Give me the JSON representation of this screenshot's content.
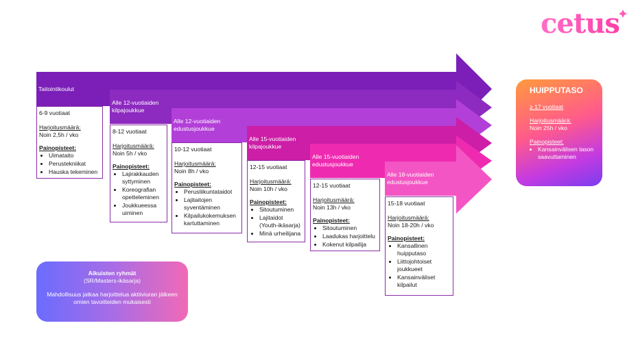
{
  "logo": {
    "text": "cetus"
  },
  "bands": [
    {
      "label": "Taitointikoulut",
      "color": "#7b1fb8"
    },
    {
      "label": "Alle 12-vuotiaiden kilpajoukkue",
      "color": "#8d2ac0"
    },
    {
      "label": "Alle 12-vuotiaiden edustusjoukkue",
      "color": "#b23fd8"
    },
    {
      "label": "Alle 15-vuotiaiden kilpajoukkue",
      "color": "#cc1ea6"
    },
    {
      "label": "Alle 15-vuotiaiden edustusjoukkue",
      "color": "#ee2bb0"
    },
    {
      "label": "Alle 18-vuotiaiden edustusjoukkue",
      "color": "#f455c4"
    }
  ],
  "cards": [
    {
      "age": "6-9 vuotiaat",
      "training_label": "Harjoitusmäärä:",
      "training": "Noin 2,5h / vko",
      "focus_label": "Painopisteet:",
      "focus": [
        "Uimataito",
        "Perustekniikat",
        "Hauska tekeminen"
      ]
    },
    {
      "age": "8-12 vuotiaat",
      "training_label": "Harjoitusmäärä:",
      "training": "Noin 5h / vko",
      "focus_label": "Painopisteet:",
      "focus": [
        "Lajirakkauden syttyminen",
        "Koreografian opetteleminen",
        "Joukkueessa uiminen"
      ]
    },
    {
      "age": "10-12 vuotiaat",
      "training_label": "Harjoitusmäärä:",
      "training": "Noin 8h / vko",
      "focus_label": "Painopisteet:",
      "focus": [
        "Perusliikuntataidot",
        "Lajitaitojen syventäminen",
        "Kilpailukokemuksen kartuttaminen"
      ]
    },
    {
      "age": "12-15 vuotiaat",
      "training_label": "Harjoitusmäärä:",
      "training": "Noin 10h / vko",
      "focus_label": "Painopisteet:",
      "focus": [
        "Sitoutuminen",
        "Lajitaidot (Youth-ikäsarja)",
        "Minä urheilijana"
      ]
    },
    {
      "age": "12-15 vuotiaat",
      "training_label": "Harjoitusmäärä:",
      "training": "Noin 13h / vko",
      "focus_label": "Painopisteet:",
      "focus": [
        "Sitoutuminen",
        "Laadukas harjoittelu",
        "Kokenut kilpailija"
      ]
    },
    {
      "age": "15-18 vuotiaat",
      "training_label": "Harjoitusmäärä:",
      "training": "Noin 18-20h / vko",
      "focus_label": "Painopisteet:",
      "focus": [
        "Kansallinen huipputaso",
        "Liittojohtoiset joukkueet",
        "Kansainväliset kilpailut"
      ]
    }
  ],
  "peak": {
    "title": "HUIPPUTASO",
    "age": "≥ 17 vuotiaat",
    "training_label": "Harjoitusmäärä:",
    "training": "Noin 25h / vko",
    "focus_label": "Painopisteet:",
    "focus": [
      "Kansainvälisen tason saavuttaminen"
    ]
  },
  "adult": {
    "title": "Aikuisten ryhmät",
    "subtitle": "(SR/Masters-ikäsarja)",
    "text": "Mahdollisuus jatkaa harjoittelua aktiiviuran jälkeen omien tavoitteiden mukaisesti"
  }
}
